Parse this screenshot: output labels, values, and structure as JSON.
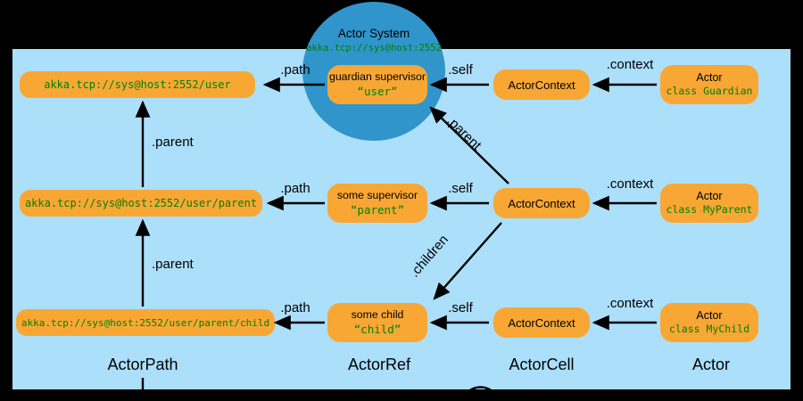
{
  "colors": {
    "background": "#000000",
    "panel_blue": "#ACDFFA",
    "circle_blue": "#3095CB",
    "box_orange": "#F8A735",
    "code_green": "#007F00",
    "arrow_black": "#000000"
  },
  "system": {
    "title": "Actor System",
    "address": "akka.tcp://sys@host:2552"
  },
  "labels": {
    "path": ".path",
    "self": ".self",
    "context": ".context",
    "parent": ".parent",
    "children": ".children"
  },
  "rows": [
    {
      "path": "akka.tcp://sys@host:2552/user",
      "ref_title": "guardian supervisor",
      "ref_name": "“user”",
      "cell": "ActorContext",
      "actor_title": "Actor",
      "actor_class": "class Guardian"
    },
    {
      "path": "akka.tcp://sys@host:2552/user/parent",
      "ref_title": "some supervisor",
      "ref_name": "“parent”",
      "cell": "ActorContext",
      "actor_title": "Actor",
      "actor_class": "class MyParent"
    },
    {
      "path": "akka.tcp://sys@host:2552/user/parent/child",
      "ref_title": "some child",
      "ref_name": "“child”",
      "cell": "ActorContext",
      "actor_title": "Actor",
      "actor_class": "class MyChild"
    }
  ],
  "footer": [
    "ActorPath",
    "ActorRef",
    "ActorCell",
    "Actor"
  ]
}
